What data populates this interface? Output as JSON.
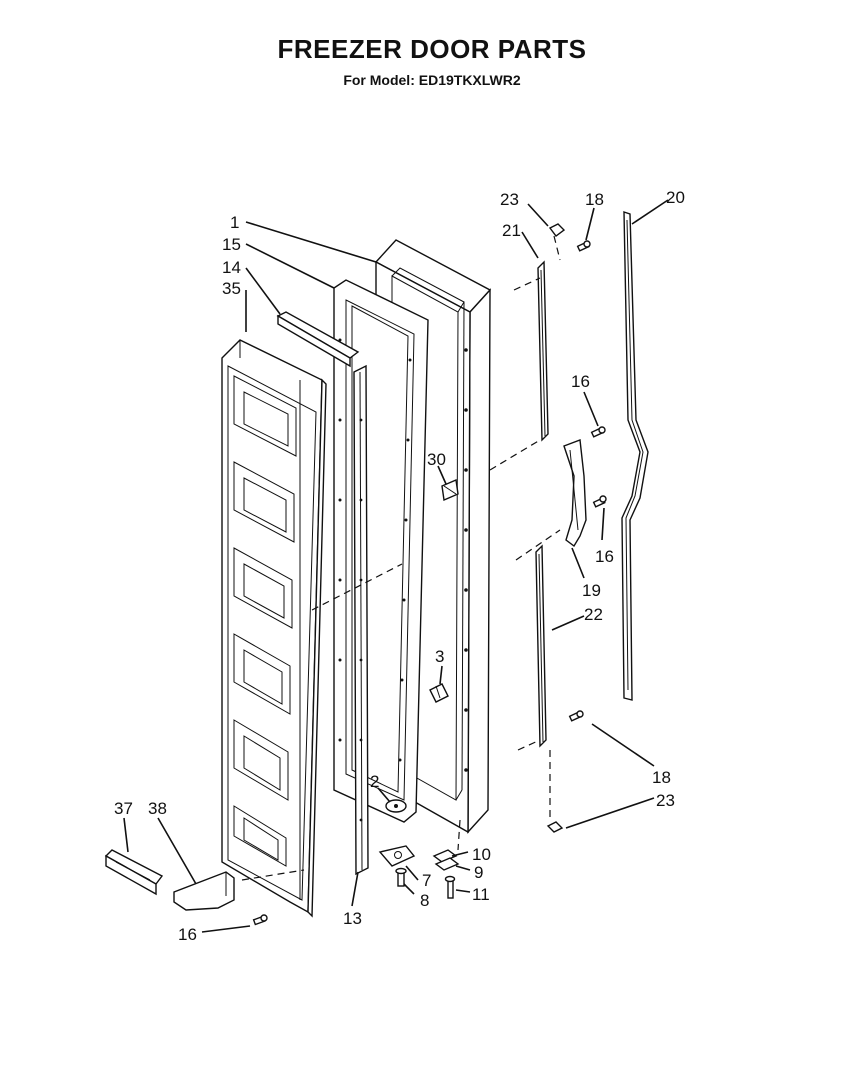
{
  "header": {
    "title": "FREEZER DOOR PARTS",
    "subtitle": "For Model: ED19TKXLWR2"
  },
  "callouts": [
    {
      "id": "c1",
      "label": "1"
    },
    {
      "id": "c15",
      "label": "15"
    },
    {
      "id": "c14",
      "label": "14"
    },
    {
      "id": "c35",
      "label": "35"
    },
    {
      "id": "c23a",
      "label": "23"
    },
    {
      "id": "c18a",
      "label": "18"
    },
    {
      "id": "c20",
      "label": "20"
    },
    {
      "id": "c21",
      "label": "21"
    },
    {
      "id": "c16a",
      "label": "16"
    },
    {
      "id": "c30",
      "label": "30"
    },
    {
      "id": "c16b",
      "label": "16"
    },
    {
      "id": "c19",
      "label": "19"
    },
    {
      "id": "c22",
      "label": "22"
    },
    {
      "id": "c3",
      "label": "3"
    },
    {
      "id": "c18b",
      "label": "18"
    },
    {
      "id": "c23b",
      "label": "23"
    },
    {
      "id": "c2",
      "label": "2"
    },
    {
      "id": "c10",
      "label": "10"
    },
    {
      "id": "c9",
      "label": "9"
    },
    {
      "id": "c7",
      "label": "7"
    },
    {
      "id": "c11",
      "label": "11"
    },
    {
      "id": "c8",
      "label": "8"
    },
    {
      "id": "c37",
      "label": "37"
    },
    {
      "id": "c38",
      "label": "38"
    },
    {
      "id": "c13",
      "label": "13"
    },
    {
      "id": "c16c",
      "label": "16"
    }
  ]
}
